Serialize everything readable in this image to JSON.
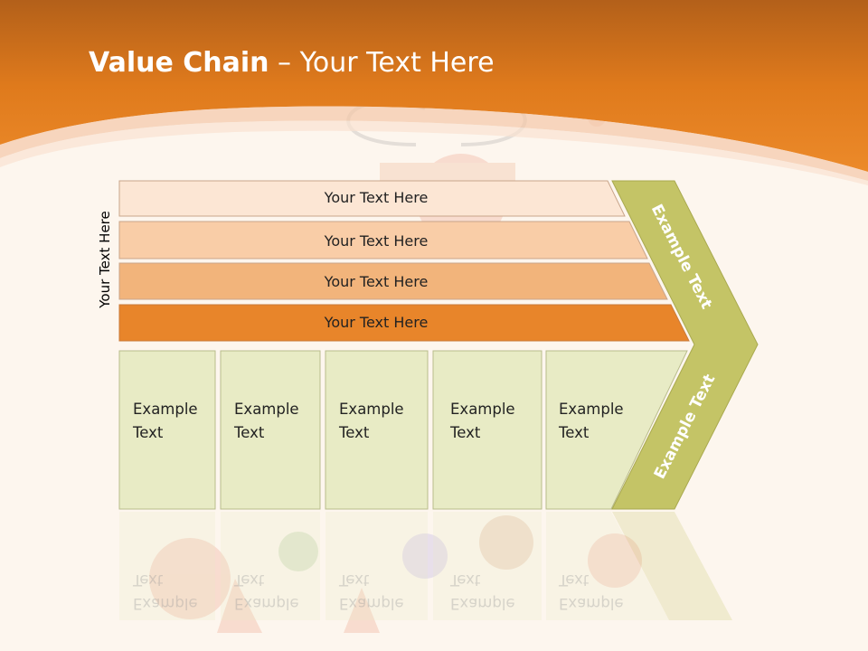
{
  "slide": {
    "title_bold": "Value Chain",
    "title_rest": " – Your Text Here",
    "side_label": "Your Text Here",
    "bars": [
      {
        "label": "Your Text Here",
        "color": "#fce6d4"
      },
      {
        "label": "Your Text Here",
        "color": "#f9cda7"
      },
      {
        "label": "Your Text Here",
        "color": "#f2b47b"
      },
      {
        "label": "Your Text Here",
        "color": "#e8852a"
      }
    ],
    "boxes": [
      {
        "line1": "Example",
        "line2": "Text"
      },
      {
        "line1": "Example",
        "line2": "Text"
      },
      {
        "line1": "Example",
        "line2": "Text"
      },
      {
        "line1": "Example",
        "line2": "Text"
      },
      {
        "line1": "Example",
        "line2": "Text"
      }
    ],
    "chevron_top_label": "Example Text",
    "chevron_bottom_label": "Example Text",
    "colors": {
      "header": "#e6801e",
      "header_dark": "#b8601a",
      "chevron": "#c4c466",
      "box_fill": "#e8ebc5",
      "box_stroke": "#b9bc8c"
    }
  }
}
